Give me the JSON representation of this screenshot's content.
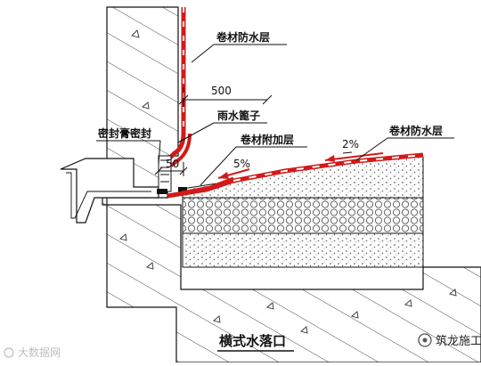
{
  "title": "横式水落口",
  "labels": {
    "membrane_wall": "卷材防水层",
    "membrane_roof": "卷材防水层",
    "additional_layer": "卷材附加层",
    "grate": "雨水篦子",
    "sealant": "密封膏密封"
  },
  "dimensions": {
    "d500": "500",
    "d50": "50",
    "slope_2": "2%",
    "slope_5": "5%"
  },
  "watermark": "大数据网",
  "brand": "筑龙施工",
  "colors": {
    "membrane": "#d11a1a",
    "line": "#1a1a1a",
    "background": "#ffffff"
  }
}
